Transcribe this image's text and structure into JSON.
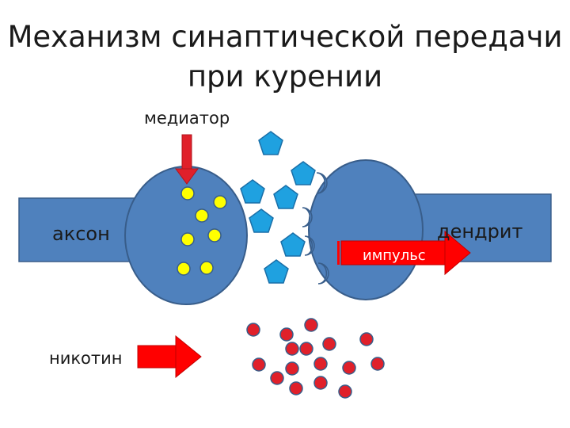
{
  "title": {
    "line1": "Механизм синаптической передачи",
    "line2": "при курении"
  },
  "labels": {
    "mediator": "медиатор",
    "axon": "аксон",
    "dendrite": "дендрит",
    "impulse": "импульс",
    "nicotine": "никотин"
  },
  "colors": {
    "neuron_fill": "#4f81bd",
    "neuron_stroke": "#385d8a",
    "mediator_vesicle": "#ffff00",
    "mediator_molecule": "#1fa1e0",
    "nicotine_molecule": "#e0202a",
    "arrow": "#ff0000"
  }
}
